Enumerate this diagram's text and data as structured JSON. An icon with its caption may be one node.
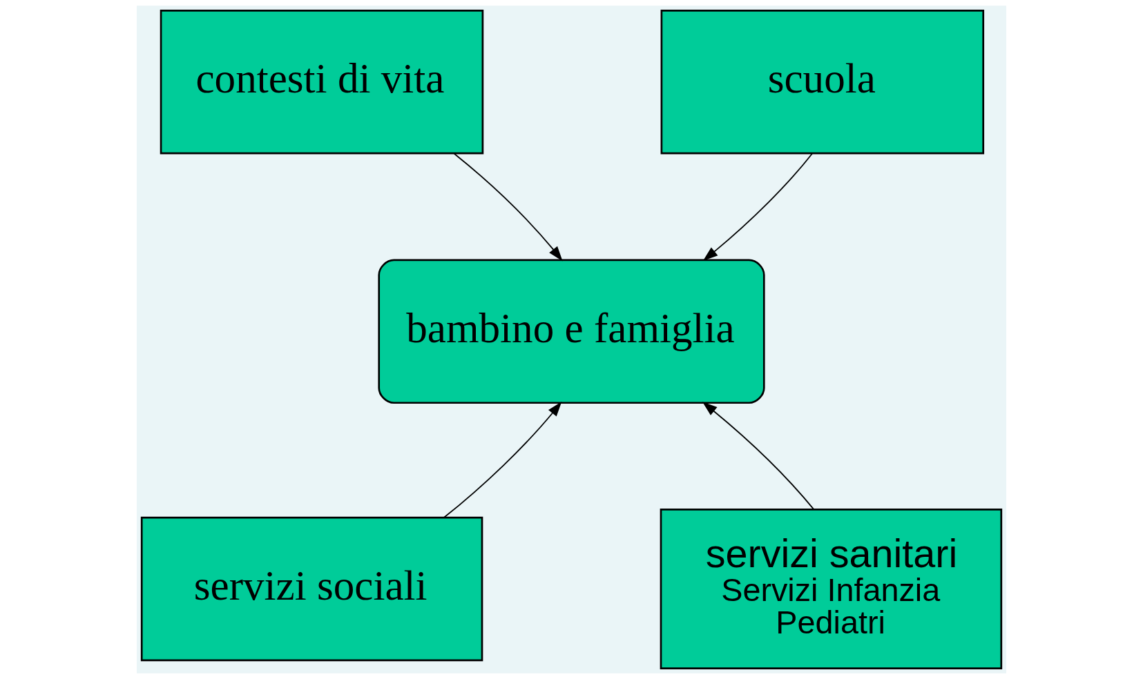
{
  "diagram": {
    "nodes": [
      {
        "text": [
          "contesti di vita"
        ]
      },
      {
        "text": [
          "scuola"
        ]
      },
      {
        "text": [
          "bambino e famiglia"
        ]
      },
      {
        "text": [
          "servizi sociali"
        ]
      },
      {
        "text": [
          "servizi sanitari",
          "Servizi Infanzia",
          "Pediatri"
        ]
      }
    ],
    "edges": [
      {
        "from": 0,
        "to": 2,
        "arrow": "to"
      },
      {
        "from": 1,
        "to": 2,
        "arrow": "to"
      },
      {
        "from": 3,
        "to": 2,
        "arrow": "to"
      },
      {
        "from": 4,
        "to": 2,
        "arrow": "to"
      }
    ]
  }
}
